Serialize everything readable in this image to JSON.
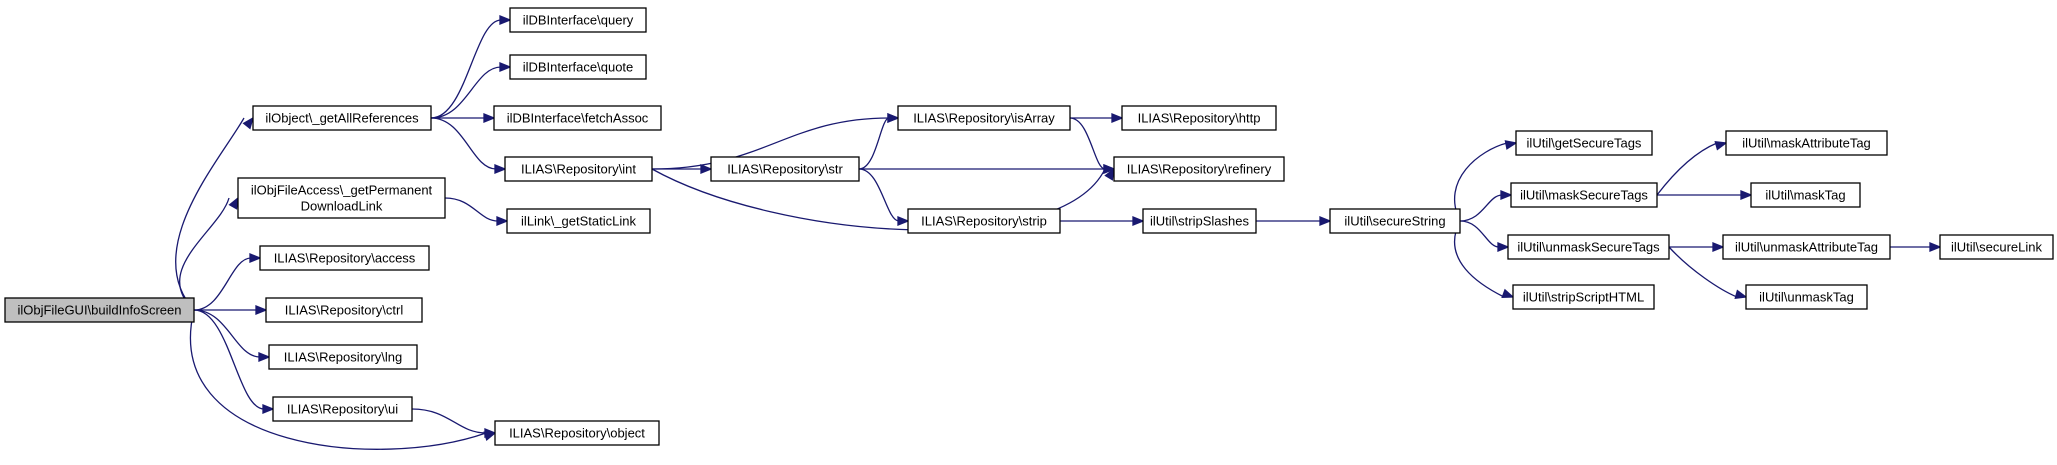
{
  "colors": {
    "edge": "#191970",
    "node_border": "#000000",
    "root_fill": "#bfbfbf",
    "node_fill": "#ffffff"
  },
  "nodes": {
    "buildInfoScreen": {
      "lines": [
        "ilObjFileGUI\\buildInfoScreen"
      ],
      "root": true
    },
    "getAllReferences": {
      "lines": [
        "ilObject\\_getAllReferences"
      ]
    },
    "getPermanentDownloadLink": {
      "lines": [
        "ilObjFileAccess\\_getPermanent",
        "DownloadLink"
      ]
    },
    "access": {
      "lines": [
        "ILIAS\\Repository\\access"
      ]
    },
    "ctrl": {
      "lines": [
        "ILIAS\\Repository\\ctrl"
      ]
    },
    "lng": {
      "lines": [
        "ILIAS\\Repository\\lng"
      ]
    },
    "ui": {
      "lines": [
        "ILIAS\\Repository\\ui"
      ]
    },
    "object": {
      "lines": [
        "ILIAS\\Repository\\object"
      ]
    },
    "query": {
      "lines": [
        "ilDBInterface\\query"
      ]
    },
    "quote": {
      "lines": [
        "ilDBInterface\\quote"
      ]
    },
    "fetchAssoc": {
      "lines": [
        "ilDBInterface\\fetchAssoc"
      ]
    },
    "int": {
      "lines": [
        "ILIAS\\Repository\\int"
      ]
    },
    "getStaticLink": {
      "lines": [
        "ilLink\\_getStaticLink"
      ]
    },
    "isArray": {
      "lines": [
        "ILIAS\\Repository\\isArray"
      ]
    },
    "str": {
      "lines": [
        "ILIAS\\Repository\\str"
      ]
    },
    "strip": {
      "lines": [
        "ILIAS\\Repository\\strip"
      ]
    },
    "http": {
      "lines": [
        "ILIAS\\Repository\\http"
      ]
    },
    "refinery": {
      "lines": [
        "ILIAS\\Repository\\refinery"
      ]
    },
    "stripSlashes": {
      "lines": [
        "ilUtil\\stripSlashes"
      ]
    },
    "secureString": {
      "lines": [
        "ilUtil\\secureString"
      ]
    },
    "getSecureTags": {
      "lines": [
        "ilUtil\\getSecureTags"
      ]
    },
    "maskSecureTags": {
      "lines": [
        "ilUtil\\maskSecureTags"
      ]
    },
    "unmaskSecureTags": {
      "lines": [
        "ilUtil\\unmaskSecureTags"
      ]
    },
    "stripScriptHTML": {
      "lines": [
        "ilUtil\\stripScriptHTML"
      ]
    },
    "maskAttributeTag": {
      "lines": [
        "ilUtil\\maskAttributeTag"
      ]
    },
    "maskTag": {
      "lines": [
        "ilUtil\\maskTag"
      ]
    },
    "unmaskAttributeTag": {
      "lines": [
        "ilUtil\\unmaskAttributeTag"
      ]
    },
    "unmaskTag": {
      "lines": [
        "ilUtil\\unmaskTag"
      ]
    },
    "secureLink": {
      "lines": [
        "ilUtil\\secureLink"
      ]
    }
  },
  "edges": [
    [
      "buildInfoScreen",
      "getAllReferences"
    ],
    [
      "buildInfoScreen",
      "getPermanentDownloadLink"
    ],
    [
      "buildInfoScreen",
      "access"
    ],
    [
      "buildInfoScreen",
      "ctrl"
    ],
    [
      "buildInfoScreen",
      "lng"
    ],
    [
      "buildInfoScreen",
      "ui"
    ],
    [
      "buildInfoScreen",
      "object"
    ],
    [
      "getAllReferences",
      "query"
    ],
    [
      "getAllReferences",
      "quote"
    ],
    [
      "getAllReferences",
      "fetchAssoc"
    ],
    [
      "getAllReferences",
      "int"
    ],
    [
      "getPermanentDownloadLink",
      "getStaticLink"
    ],
    [
      "ui",
      "object"
    ],
    [
      "int",
      "isArray"
    ],
    [
      "int",
      "str"
    ],
    [
      "int",
      "refinery"
    ],
    [
      "str",
      "isArray"
    ],
    [
      "str",
      "refinery"
    ],
    [
      "str",
      "strip"
    ],
    [
      "isArray",
      "http"
    ],
    [
      "isArray",
      "refinery"
    ],
    [
      "strip",
      "stripSlashes"
    ],
    [
      "stripSlashes",
      "secureString"
    ],
    [
      "secureString",
      "getSecureTags"
    ],
    [
      "secureString",
      "maskSecureTags"
    ],
    [
      "secureString",
      "unmaskSecureTags"
    ],
    [
      "secureString",
      "stripScriptHTML"
    ],
    [
      "maskSecureTags",
      "maskAttributeTag"
    ],
    [
      "maskSecureTags",
      "maskTag"
    ],
    [
      "unmaskSecureTags",
      "unmaskAttributeTag"
    ],
    [
      "unmaskSecureTags",
      "unmaskTag"
    ],
    [
      "unmaskAttributeTag",
      "secureLink"
    ]
  ]
}
